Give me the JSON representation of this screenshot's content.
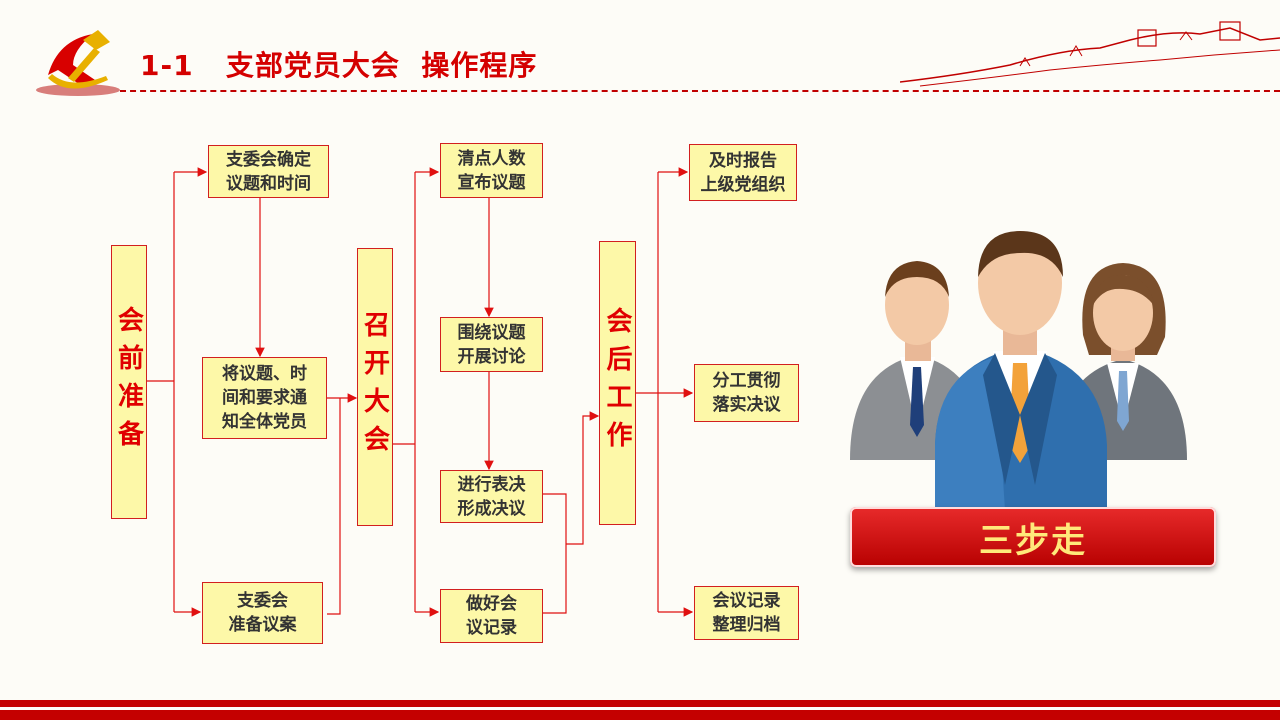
{
  "header": {
    "title": "1-1   支部党员大会  操作程序"
  },
  "stages": {
    "before": "会前准备",
    "during": "召开大会",
    "after": "会后工作"
  },
  "steps": {
    "s1": "支委会确定\n议题和时间",
    "s2": "将议题、时\n间和要求通\n知全体党员",
    "s3": "支委会\n准备议案",
    "m1": "清点人数\n宣布议题",
    "m2": "围绕议题\n开展讨论",
    "m3": "进行表决\n形成决议",
    "m4": "做好会\n议记录",
    "a1": "及时报告\n上级党组织",
    "a2": "分工贯彻\n落实决议",
    "a3": "会议记录\n整理归档"
  },
  "banner": {
    "label": "三步走"
  },
  "colors": {
    "accent": "#d40000",
    "box_fill": "#fdf8a8",
    "banner_text": "#ffe97a"
  }
}
